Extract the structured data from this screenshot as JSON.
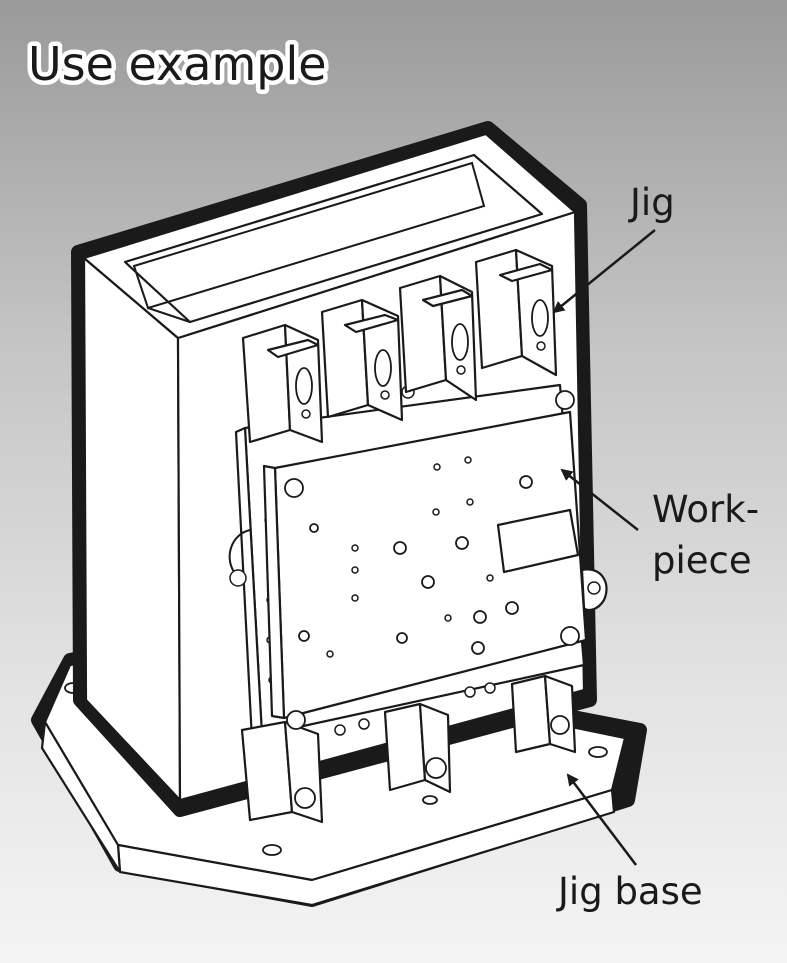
{
  "title": "Use example",
  "labels": {
    "jig": "Jig",
    "workpiece_line1": "Work-",
    "workpiece_line2": "piece",
    "jig_base": "Jig base"
  }
}
